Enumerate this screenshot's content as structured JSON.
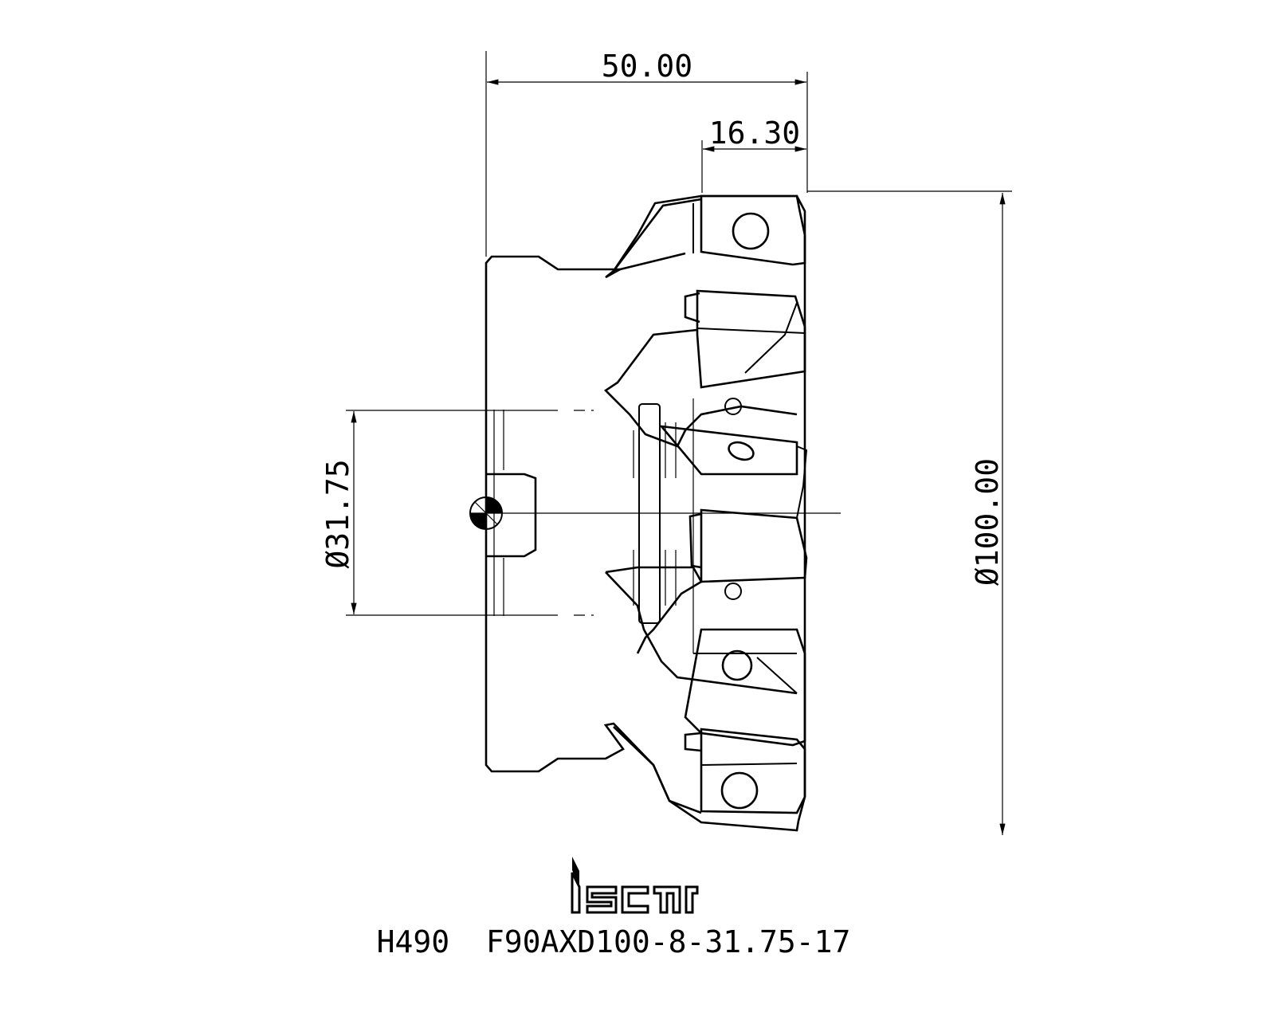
{
  "dimensions": {
    "overall_length": "50.00",
    "insert_offset": "16.30",
    "bore_diameter": "Ø31.75",
    "cutter_diameter": "Ø100.00"
  },
  "logo": {
    "text": "iscar"
  },
  "caption": {
    "line": "H490  F90AXD100-8-31.75-17"
  },
  "colors": {
    "ink": "#000000",
    "paper": "#ffffff"
  }
}
